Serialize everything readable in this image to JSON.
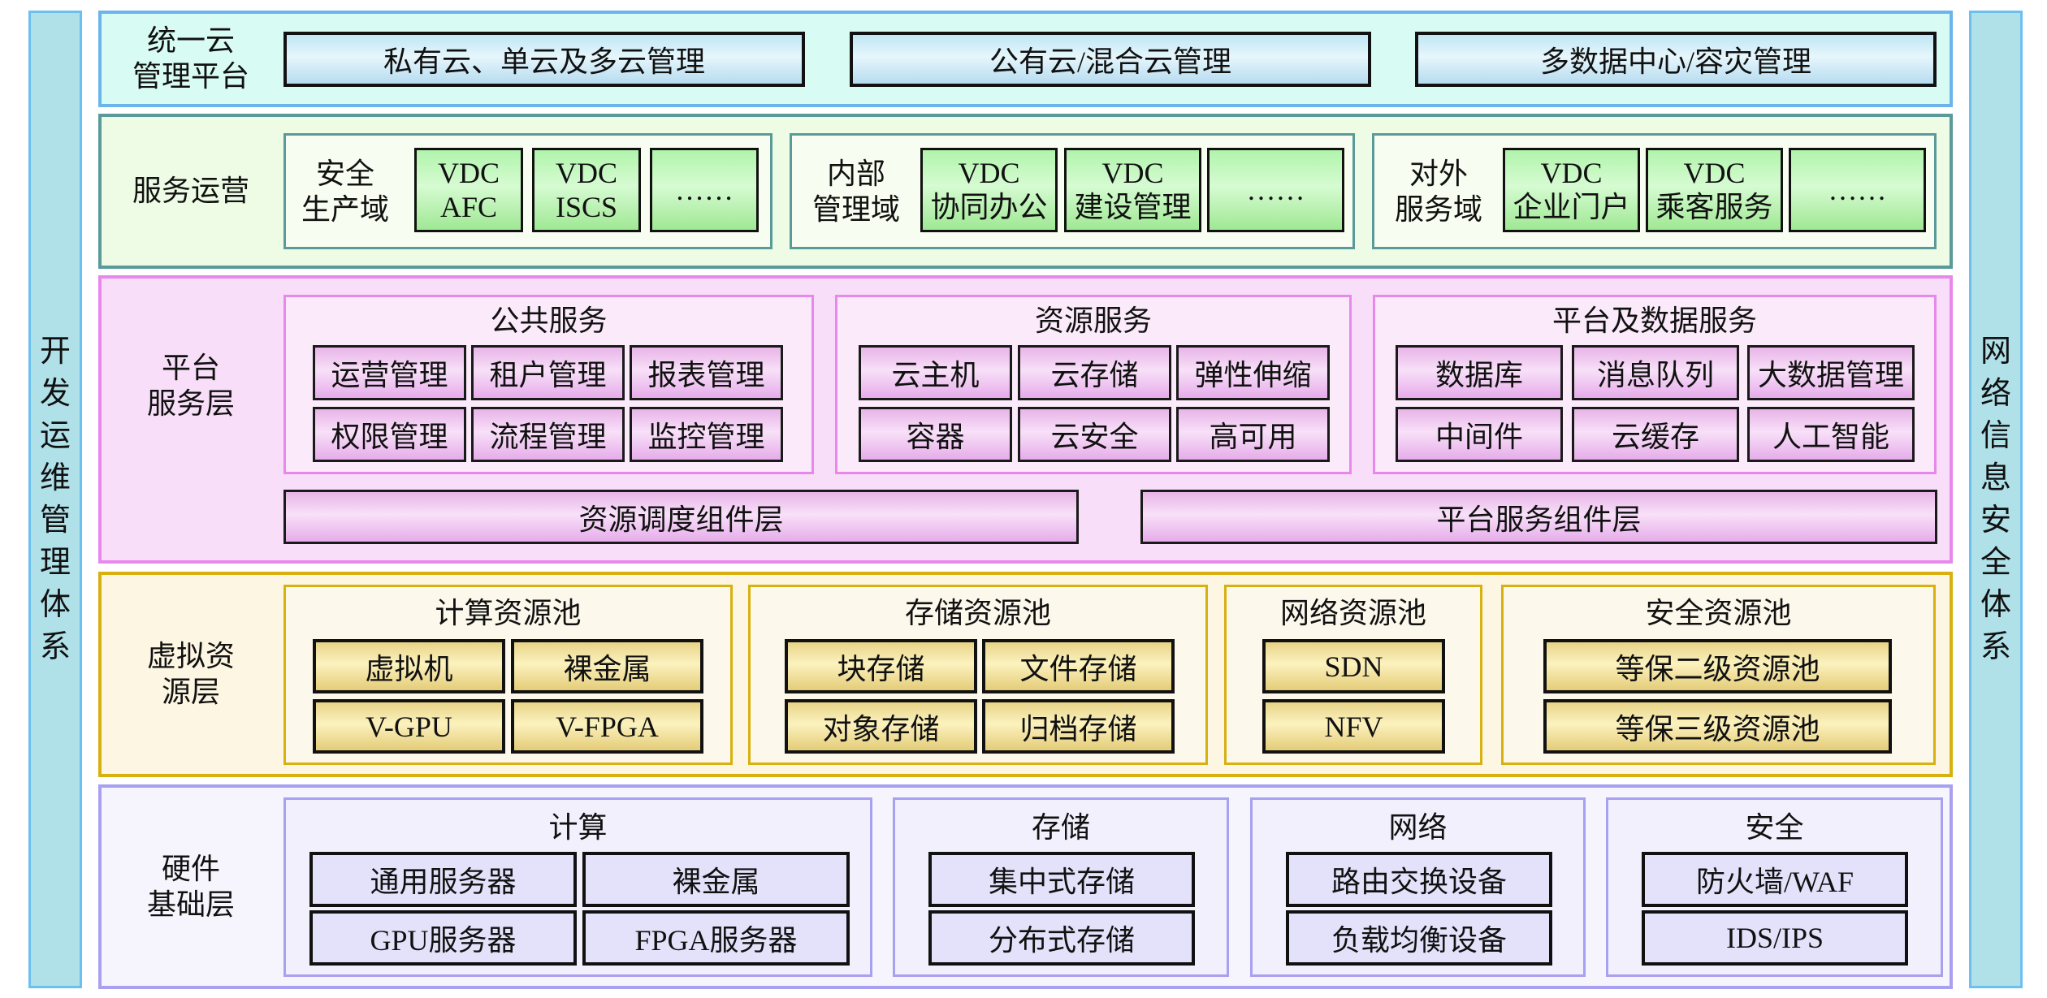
{
  "left_bar": {
    "label": "开发运维管理体系"
  },
  "right_bar": {
    "label": "网络信息安全体系"
  },
  "colors": {
    "side_bar": "#b0e0e8",
    "unified_cloud": "#d8fcf4",
    "service_ops": "#eefce6",
    "platform": "#f8def8",
    "virtual": "#fdf6e2",
    "hardware": "#f6f4fc",
    "vdc_green": "#b0f4ac",
    "pink_cell": "#e8b4e8",
    "gold_cell": "#e8d488",
    "lavender_cell": "#e4e2fa"
  },
  "layers": {
    "unified_cloud": {
      "label_lines": [
        "统一云",
        "管理平台"
      ],
      "items": [
        "私有云、单云及多云管理",
        "公有云/混合云管理",
        "多数据中心/容灾管理"
      ]
    },
    "service_ops": {
      "label": "服务运营",
      "domains": [
        {
          "label_lines": [
            "安全",
            "生产域"
          ],
          "vdcs": [
            [
              "VDC",
              "AFC"
            ],
            [
              "VDC",
              "ISCS"
            ],
            [
              "……"
            ]
          ]
        },
        {
          "label_lines": [
            "内部",
            "管理域"
          ],
          "vdcs": [
            [
              "VDC",
              "协同办公"
            ],
            [
              "VDC",
              "建设管理"
            ],
            [
              "……"
            ]
          ]
        },
        {
          "label_lines": [
            "对外",
            "服务域"
          ],
          "vdcs": [
            [
              "VDC",
              "企业门户"
            ],
            [
              "VDC",
              "乘客服务"
            ],
            [
              "……"
            ]
          ]
        }
      ]
    },
    "platform": {
      "label_lines": [
        "平台",
        "服务层"
      ],
      "groups": [
        {
          "title": "公共服务",
          "items": [
            "运营管理",
            "租户管理",
            "报表管理",
            "权限管理",
            "流程管理",
            "监控管理"
          ]
        },
        {
          "title": "资源服务",
          "items": [
            "云主机",
            "云存储",
            "弹性伸缩",
            "容器",
            "云安全",
            "高可用"
          ]
        },
        {
          "title": "平台及数据服务",
          "items": [
            "数据库",
            "消息队列",
            "大数据管理",
            "中间件",
            "云缓存",
            "人工智能"
          ]
        }
      ],
      "bars": [
        "资源调度组件层",
        "平台服务组件层"
      ]
    },
    "virtual": {
      "label_lines": [
        "虚拟资",
        "源层"
      ],
      "groups": [
        {
          "title": "计算资源池",
          "items": [
            "虚拟机",
            "裸金属",
            "V-GPU",
            "V-FPGA"
          ]
        },
        {
          "title": "存储资源池",
          "items": [
            "块存储",
            "文件存储",
            "对象存储",
            "归档存储"
          ]
        },
        {
          "title": "网络资源池",
          "items": [
            "SDN",
            "NFV"
          ]
        },
        {
          "title": "安全资源池",
          "items": [
            "等保二级资源池",
            "等保三级资源池"
          ]
        }
      ]
    },
    "hardware": {
      "label_lines": [
        "硬件",
        "基础层"
      ],
      "groups": [
        {
          "title": "计算",
          "items": [
            "通用服务器",
            "裸金属",
            "GPU服务器",
            "FPGA服务器"
          ]
        },
        {
          "title": "存储",
          "items": [
            "集中式存储",
            "分布式存储"
          ]
        },
        {
          "title": "网络",
          "items": [
            "路由交换设备",
            "负载均衡设备"
          ]
        },
        {
          "title": "安全",
          "items": [
            "防火墙/WAF",
            "IDS/IPS"
          ]
        }
      ]
    }
  }
}
